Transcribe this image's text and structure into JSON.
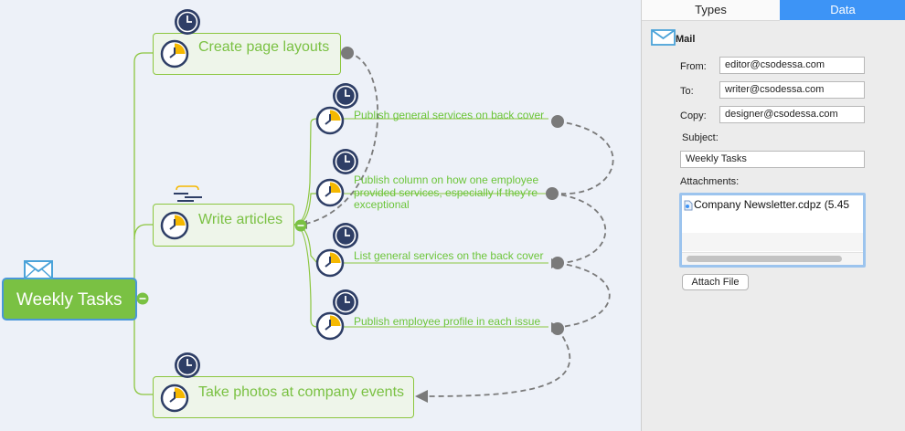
{
  "mindmap": {
    "root": {
      "label": "Weekly Tasks"
    },
    "topics": [
      {
        "label": "Create page layouts"
      },
      {
        "label": "Write articles"
      },
      {
        "label": "Take photos at company events"
      }
    ],
    "subtopics": [
      {
        "label": "Publish general services on back cover"
      },
      {
        "label": "Publish column on how one employee provided services, especially if they're exceptional"
      },
      {
        "label": "List general services on the back cover"
      },
      {
        "label": "Publish employee profile in each issue"
      }
    ]
  },
  "panel": {
    "tabs": {
      "types": "Types",
      "data": "Data"
    },
    "mail": {
      "title": "Mail",
      "from_label": "From:",
      "from_value": "editor@csodessa.com",
      "to_label": "To:",
      "to_value": "writer@csodessa.com",
      "copy_label": "Copy:",
      "copy_value": "designer@csodessa.com",
      "subject_label": "Subject:",
      "subject_value": "Weekly Tasks",
      "attachments_label": "Attachments:",
      "attachments": [
        "Company Newsletter.cdpz  (5.45"
      ],
      "attach_button": "Attach File"
    }
  },
  "colors": {
    "topic_green": "#7ac143",
    "clock_navy": "#2e3e66",
    "progress_yellow": "#f5b800",
    "tab_blue": "#3d94f6",
    "mail_blue": "#4ba3d9"
  },
  "icons": [
    "clock-icon",
    "progress-clock-icon",
    "mail-icon",
    "notes-icon",
    "collapse-icon",
    "attachment-file-icon"
  ]
}
